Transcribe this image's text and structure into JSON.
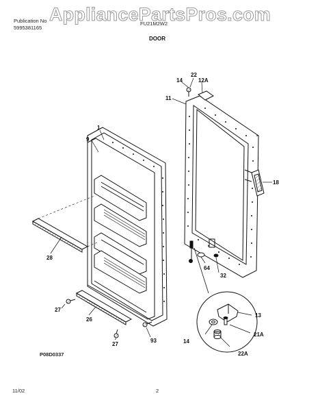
{
  "header": {
    "publication_label": "Publication No",
    "publication_number": "5995381165",
    "model": "FU21M2W2",
    "watermark": "AppliancePartsPros.com"
  },
  "section_title": "DOOR",
  "figure_code": "P08D0337",
  "footer": {
    "date": "11/02",
    "page": "2"
  },
  "callouts": [
    "1",
    "9",
    "11",
    "12A",
    "14",
    "22",
    "18",
    "28",
    "64",
    "32",
    "27",
    "26",
    "27",
    "93",
    "13",
    "14",
    "21A",
    "22A"
  ]
}
